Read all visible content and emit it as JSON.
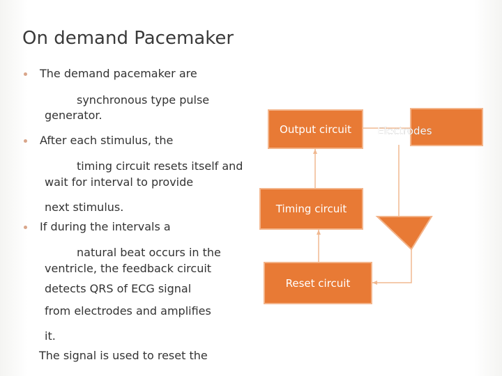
{
  "slide": {
    "title": "On demand Pacemaker",
    "text_lines": [
      "The demand pacemaker are",
      "synchronous type pulse",
      "generator.",
      "After each stimulus, the",
      "timing circuit resets itself and",
      "wait for interval to provide",
      "next stimulus.",
      "If during the intervals a",
      "natural beat occurs in the",
      "ventricle, the feedback circuit",
      "detects QRS of ECG signal",
      "from electrodes and amplifies",
      "it.",
      "The signal is used to reset the"
    ]
  },
  "diagram": {
    "output_circuit": "Output circuit",
    "electrodes": "Electrodes",
    "timing_circuit": "Timing circuit",
    "reset_circuit": "Reset circuit",
    "amplifier_icon": "triangle-amplifier",
    "box_color": "#e87a35",
    "line_color": "#f0b890"
  }
}
